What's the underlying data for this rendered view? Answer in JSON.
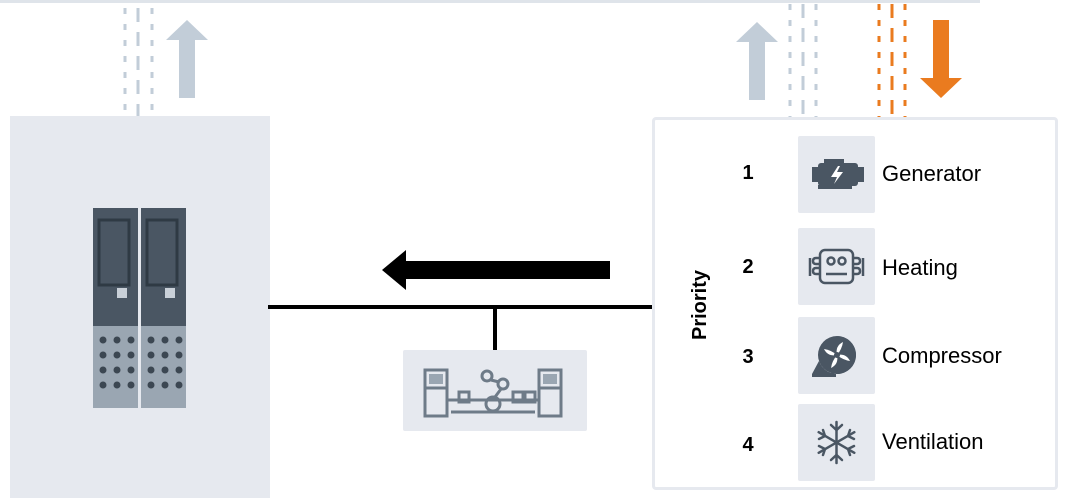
{
  "priority_panel": {
    "title": "Priority",
    "items": [
      {
        "rank": "1",
        "label": "Generator",
        "icon": "generator-engine-icon"
      },
      {
        "rank": "2",
        "label": "Heating",
        "icon": "heating-coil-icon"
      },
      {
        "rank": "3",
        "label": "Compressor",
        "icon": "compressor-fan-icon"
      },
      {
        "rank": "4",
        "label": "Ventilation",
        "icon": "snowflake-icon"
      }
    ]
  },
  "colors": {
    "panel_bg": "#e6e9ef",
    "icon_fill": "#4a5663",
    "utility_out": "#c2cdd8",
    "utility_in": "#ea7b1f",
    "flow_arrow": "#000000"
  }
}
